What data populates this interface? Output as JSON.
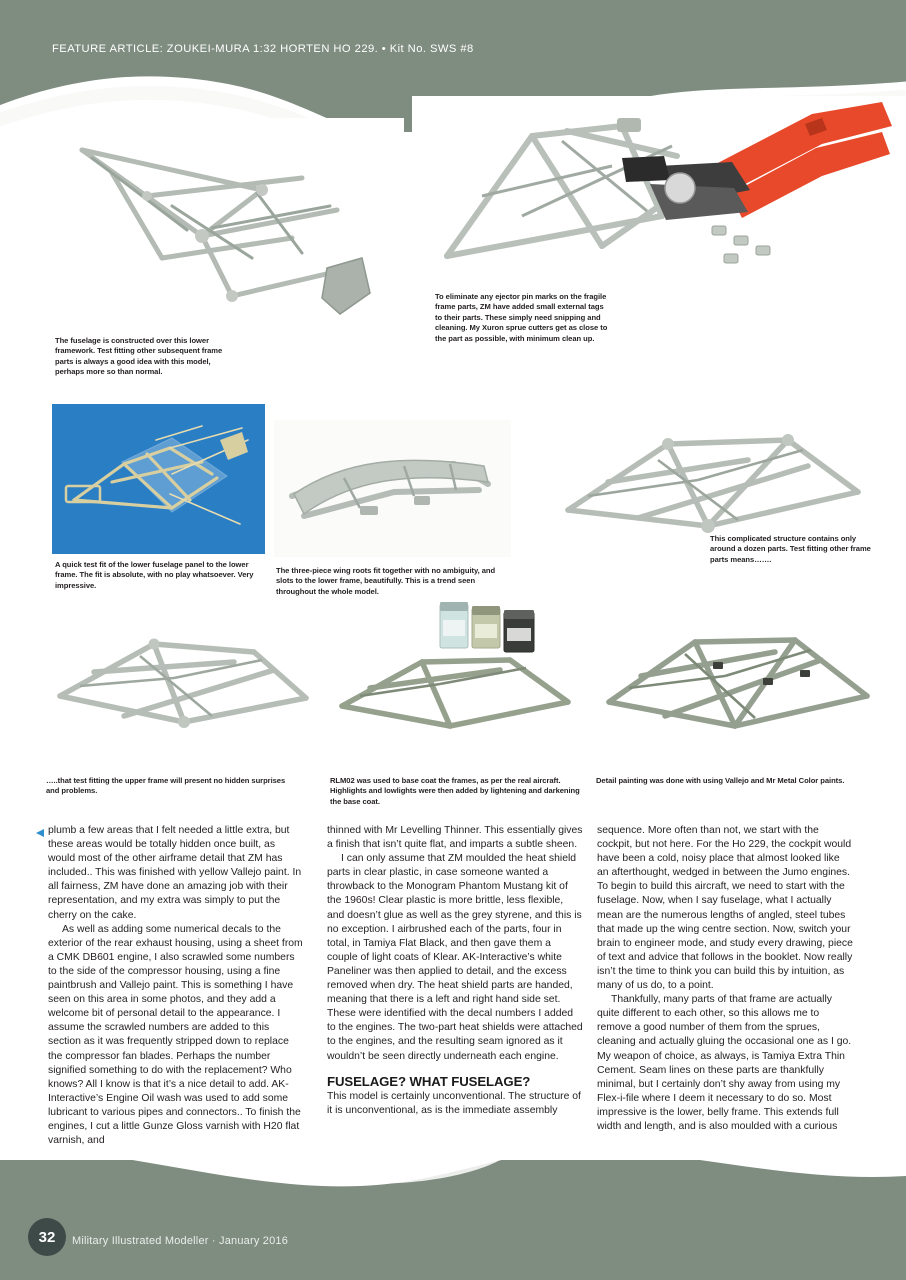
{
  "header": {
    "running_head": "FEATURE ARTICLE: ZOUKEI-MURA 1:32 HORTEN HO 229. • Kit No. SWS #8"
  },
  "footer": {
    "page_number": "32",
    "publication": "Military Illustrated Modeller · January 2016"
  },
  "colors": {
    "band": "#7f8c80",
    "page_circle": "#3d4a48",
    "accent_arrow": "#2e8fd0",
    "photo_blue_bg": "#2a7ec4",
    "sprue_grey": "#b9c0b9",
    "cutter_red": "#e8492a"
  },
  "captions": {
    "c1": "The fuselage is constructed over this lower framework. Test fitting other subsequent frame parts is always a good idea with this model, perhaps more so than normal.",
    "c2": "To eliminate any ejector pin marks on the fragile frame parts, ZM have added small external tags to their parts. These simply need snipping and cleaning. My Xuron sprue cutters get as close to the part as possible, with minimum clean up.",
    "c3": "A quick test fit of the lower fuselage panel to the lower frame. The fit is absolute, with no play whatsoever. Very impressive.",
    "c4": "The three-piece wing roots fit together with no ambiguity, and slots to the lower frame, beautifully. This is a trend seen throughout the whole model.",
    "c5": "This complicated structure contains only around a dozen parts. Test fitting other frame parts means…….",
    "c6": "…..that test fitting the upper frame will present no hidden surprises and problems.",
    "c7": "RLM02 was used to base coat the frames, as per the real aircraft. Highlights and lowlights were then added by lightening and darkening the base coat.",
    "c8": "Detail painting was done with using Vallejo and Mr Metal Color paints."
  },
  "body": {
    "column1": {
      "p1": "plumb a few areas that I felt needed a little extra, but these areas would be totally hidden once built, as would most of the other airframe detail that ZM has included.. This was finished with yellow Vallejo paint. In all fairness, ZM have done an amazing job with their representation, and my extra was simply to put the cherry on the cake.",
      "p2": "As well as adding some numerical decals to the exterior of the rear exhaust housing, using a sheet from a CMK DB601 engine, I also scrawled some numbers to the side of the compressor housing, using a fine paintbrush and Vallejo paint. This is something I have seen on this area in some photos, and they add a welcome bit of personal detail to the appearance. I assume the scrawled numbers are added to this section as it was frequently stripped down to replace the compressor fan blades. Perhaps the number signified something to do with the replacement? Who knows? All I know is that it’s a nice detail to add. AK-Interactive’s Engine Oil wash was used to add some lubricant to various pipes and connectors.. To finish the engines, I cut a little Gunze Gloss varnish with H20 flat varnish, and"
    },
    "column2": {
      "p1": "thinned with Mr Levelling Thinner. This essentially gives a finish that isn’t quite flat, and imparts a subtle sheen.",
      "p2": "I can only assume that ZM moulded the heat shield parts in clear plastic, in case someone wanted a throwback to the Monogram Phantom Mustang kit of the 1960s! Clear plastic is more brittle, less flexible, and doesn’t glue as well as the grey styrene, and this is no exception. I airbrushed each of the parts, four in total, in Tamiya Flat Black, and then gave them a couple of light coats of Klear. AK-Interactive’s white Paneliner was then applied to detail, and the excess removed when dry. The heat shield parts are handed, meaning that there is a left and right hand side set. These were identified with the decal numbers I added to the engines. The two-part heat shields were attached to the engines, and the resulting seam ignored as it wouldn’t be seen directly underneath each engine.",
      "heading": "FUSELAGE? WHAT FUSELAGE?",
      "p3": "This model is certainly unconventional. The structure of it is unconventional, as is the immediate assembly"
    },
    "column3": {
      "p1": "sequence. More often than not, we start with the cockpit, but not here. For the Ho 229, the cockpit would have been a cold, noisy place that almost looked like an afterthought, wedged in between the Jumo engines. To begin to build this aircraft, we need to start with the fuselage. Now, when I say fuselage, what I actually mean are the numerous lengths of angled, steel tubes that made up the wing centre section. Now, switch your brain to engineer mode, and study every drawing, piece of text and advice that follows in the booklet. Now really isn’t the time to think you can build this by intuition, as many of us do, to a point.",
      "p2": "Thankfully, many parts of that frame are actually quite different to each other, so this allows me to remove a good number of them from the sprues, cleaning and actually gluing the occasional one as I go. My weapon of choice, as always, is Tamiya Extra Thin Cement. Seam lines on these parts are thankfully minimal, but I certainly don’t shy away from using my Flex-i-file where I deem it necessary to do so. Most impressive is the lower, belly frame. This extends full width and length, and is also moulded with a curious"
    }
  },
  "photos": {
    "p1_label": "lower-fuselage-frame-grey-sprue-photo",
    "p2_label": "frame-with-xuron-sprue-cutters-photo",
    "p3_label": "clear-lower-panel-test-fit-blue-background-photo",
    "p4_label": "three-piece-wing-roots-photo",
    "p5_label": "complicated-upper-structure-photo",
    "p6_label": "upper-frame-test-fit-photo",
    "p7_label": "rlm02-base-coated-frame-with-paint-jars-photo",
    "p8_label": "detail-painted-frame-photo"
  }
}
